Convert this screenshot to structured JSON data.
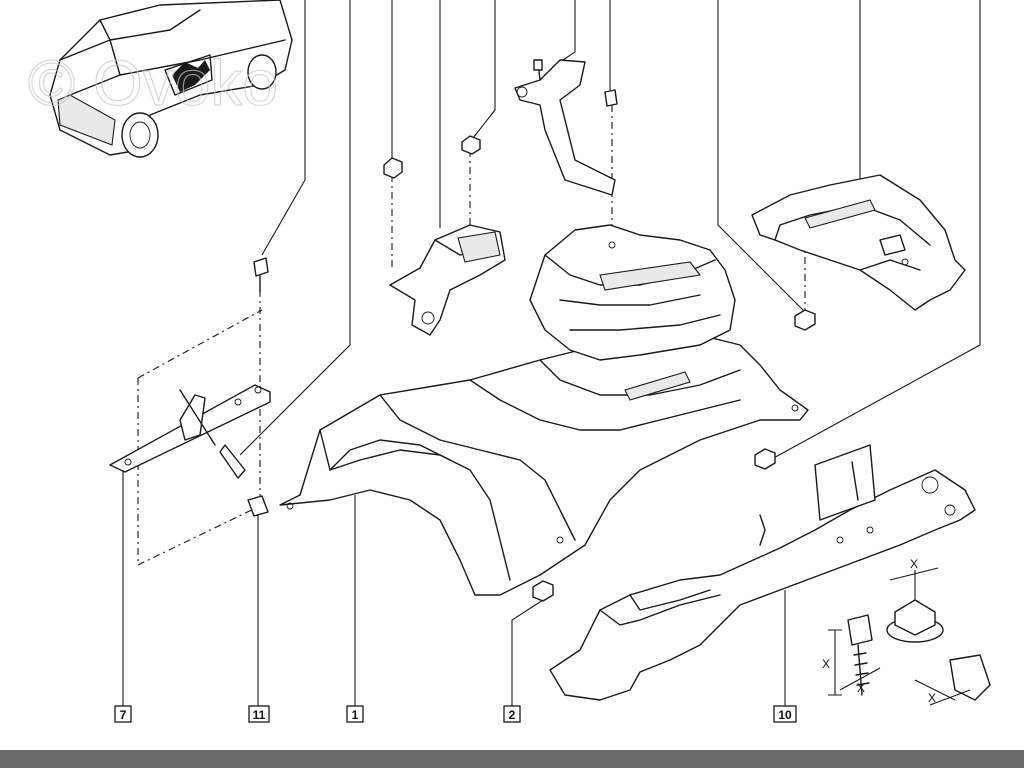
{
  "watermark": {
    "text": "© Ovoko"
  },
  "callouts": [
    {
      "label": "7"
    },
    {
      "label": "11"
    },
    {
      "label": "1"
    },
    {
      "label": "2"
    },
    {
      "label": "10"
    }
  ],
  "dimension_marks": {
    "x1": "X",
    "x2": "X",
    "x3": "X",
    "x4": "X"
  },
  "colors": {
    "line": "#1a1a1a",
    "background": "#ffffff",
    "footer": "#6b6b6b"
  }
}
